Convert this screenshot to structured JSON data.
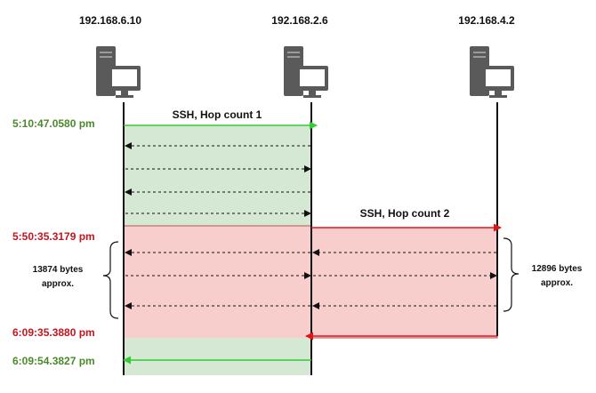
{
  "hosts": [
    {
      "ip": "192.168.6.10",
      "icon": "computer-icon"
    },
    {
      "ip": "192.168.2.6",
      "icon": "computer-icon"
    },
    {
      "ip": "192.168.4.2",
      "icon": "computer-icon"
    }
  ],
  "messages": {
    "ssh1": "SSH, Hop count 1",
    "ssh2": "SSH, Hop count 2"
  },
  "timestamps": {
    "t1": "5:10:47.0580 pm",
    "t2": "5:50:35.3179 pm",
    "t3": "6:09:35.3880 pm",
    "t4": "6:09:54.3827 pm"
  },
  "notes": {
    "left_line1": "13874 bytes",
    "left_line2": "approx.",
    "right_line1": "12896 bytes",
    "right_line2": "approx."
  },
  "colors": {
    "green": "#4a8a2a",
    "red": "#c0161f",
    "green_fill": "#d5e8d4",
    "red_fill": "#f8cecc",
    "bright_green": "#33cc33",
    "arrow_red": "#e0151c"
  }
}
